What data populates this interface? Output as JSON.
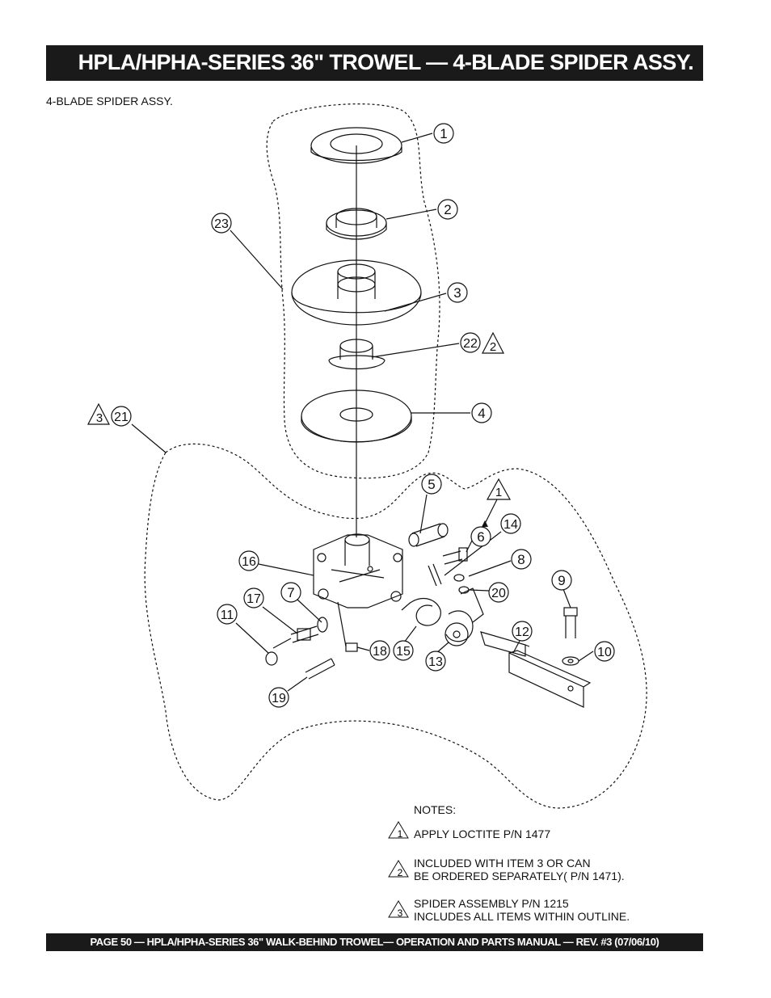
{
  "header": {
    "title": "HPLA/HPHA-SERIES 36\" TROWEL — 4-BLADE SPIDER ASSY."
  },
  "subtitle": "4-BLADE SPIDER ASSY.",
  "callouts": {
    "c1": "1",
    "c2": "2",
    "c3": "3",
    "c4": "4",
    "c5": "5",
    "c6": "6",
    "c7": "7",
    "c8": "8",
    "c9": "9",
    "c10": "10",
    "c11": "11",
    "c12": "12",
    "c13": "13",
    "c14": "14",
    "c15": "15",
    "c16": "16",
    "c17": "17",
    "c18": "18",
    "c19": "19",
    "c20": "20",
    "c21": "21",
    "c22": "22",
    "c23": "23"
  },
  "note_markers": {
    "m1": "1",
    "m2": "2",
    "m3": "3"
  },
  "notes": {
    "heading": "NOTES:",
    "items": [
      {
        "marker": "1",
        "lines": [
          "APPLY LOCTITE  P/N 1477"
        ]
      },
      {
        "marker": "2",
        "lines": [
          "INCLUDED WITH  ITEM 3 OR CAN",
          "BE ORDERED SEPARATELY( P/N 1471)."
        ]
      },
      {
        "marker": "3",
        "lines": [
          "SPIDER ASSEMBLY P/N 1215",
          "INCLUDES ALL ITEMS WITHIN OUTLINE."
        ]
      }
    ]
  },
  "footer": {
    "text": "PAGE 50 — HPLA/HPHA-SERIES 36\"  WALK-BEHIND TROWEL— OPERATION AND PARTS MANUAL — REV. #3 (07/06/10)"
  }
}
